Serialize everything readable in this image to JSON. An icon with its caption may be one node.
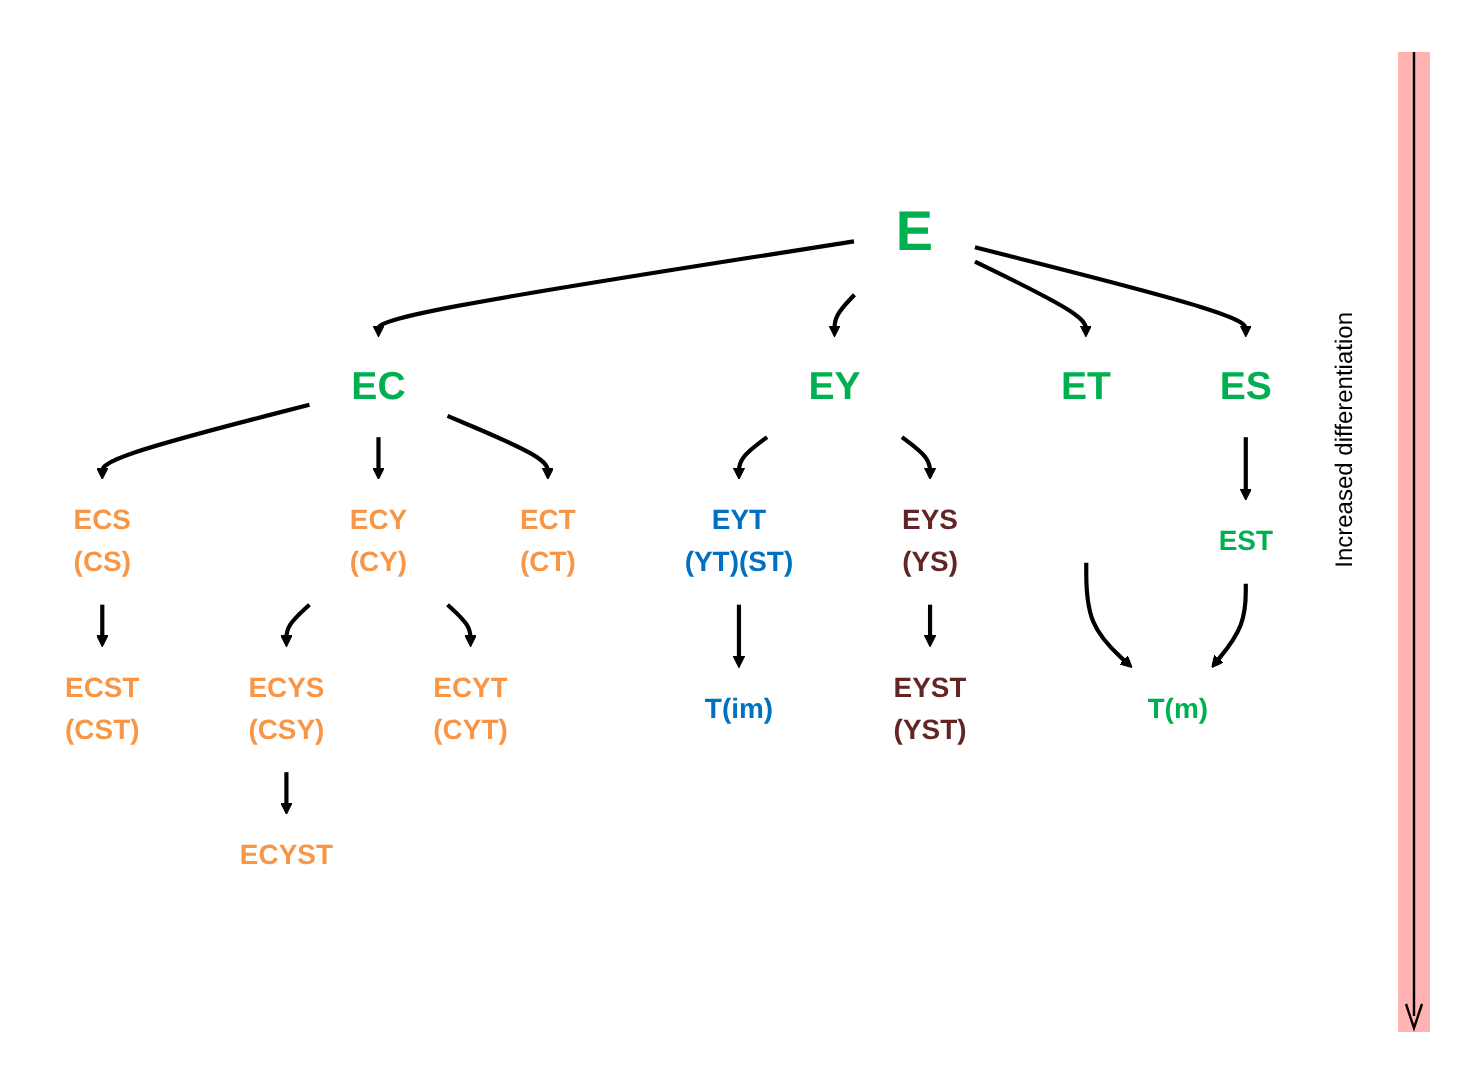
{
  "diagram": {
    "nodes": [
      {
        "text": [
          "E"
        ]
      },
      {
        "text": [
          "EC"
        ]
      },
      {
        "text": [
          "EY"
        ]
      },
      {
        "text": [
          "ET"
        ]
      },
      {
        "text": [
          "ES"
        ]
      },
      {
        "text": [
          "ECS",
          "(CS)"
        ]
      },
      {
        "text": [
          "ECY",
          "(CY)"
        ]
      },
      {
        "text": [
          "ECT",
          "(CT)"
        ]
      },
      {
        "text": [
          "EYT",
          "(YT)(ST)"
        ]
      },
      {
        "text": [
          "EYS",
          "(YS)"
        ]
      },
      {
        "text": [
          "EST"
        ]
      },
      {
        "text": [
          "ECST",
          "(CST)"
        ]
      },
      {
        "text": [
          "ECYS",
          "(CSY)"
        ]
      },
      {
        "text": [
          "ECYT",
          "(CYT)"
        ]
      },
      {
        "text": [
          "T(im)"
        ]
      },
      {
        "text": [
          "EYST",
          "(YST)"
        ]
      },
      {
        "text": [
          "ECYST"
        ]
      },
      {
        "text": [
          "T(m)"
        ]
      }
    ],
    "edges": [
      {
        "from": 0,
        "to": 1,
        "arrow": "to"
      },
      {
        "from": 0,
        "to": 2,
        "arrow": "to"
      },
      {
        "from": 0,
        "to": 3,
        "arrow": "to"
      },
      {
        "from": 0,
        "to": 4,
        "arrow": "to"
      },
      {
        "from": 1,
        "to": 5,
        "arrow": "to"
      },
      {
        "from": 1,
        "to": 6,
        "arrow": "to"
      },
      {
        "from": 1,
        "to": 7,
        "arrow": "to"
      },
      {
        "from": 2,
        "to": 8,
        "arrow": "to"
      },
      {
        "from": 2,
        "to": 9,
        "arrow": "to"
      },
      {
        "from": 4,
        "to": 10,
        "arrow": "to"
      },
      {
        "from": 5,
        "to": 11,
        "arrow": "to"
      },
      {
        "from": 6,
        "to": 12,
        "arrow": "to"
      },
      {
        "from": 6,
        "to": 13,
        "arrow": "to"
      },
      {
        "from": 8,
        "to": 14,
        "arrow": "to"
      },
      {
        "from": 9,
        "to": 15,
        "arrow": "to"
      },
      {
        "from": 12,
        "to": 16,
        "arrow": "to"
      },
      {
        "from": null,
        "to": 17,
        "arrow": "to"
      },
      {
        "from": 10,
        "to": 17,
        "arrow": "to"
      }
    ],
    "labels": [
      "Increased differentiation"
    ]
  }
}
